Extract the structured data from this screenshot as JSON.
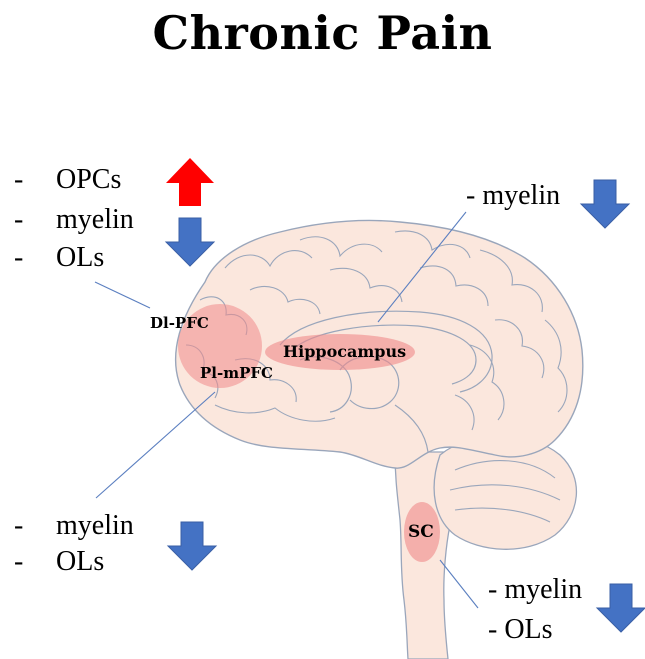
{
  "title": "Chronic Pain",
  "colors": {
    "brain_fill": "#fbe7dd",
    "brain_stroke": "#9aa6bb",
    "highlight": "#f08a8a",
    "arrow_up": "#ff0000",
    "arrow_down": "#4472c4",
    "leader_line": "#5b7fc0"
  },
  "regions": {
    "dlpfc": "Dl-PFC",
    "plmpfc": "Pl-mPFC",
    "hippocampus": "Hippocampus",
    "sc": "SC"
  },
  "top_left_group": {
    "items": [
      {
        "dash": "-",
        "text": "OPCs",
        "change": "up"
      },
      {
        "dash": "-",
        "text": "myelin",
        "change": "down"
      },
      {
        "dash": "-",
        "text": "OLs",
        "change": "down"
      }
    ]
  },
  "top_right_group": {
    "items": [
      {
        "dash": "-",
        "text": "myelin",
        "change": "down"
      }
    ]
  },
  "bottom_left_group": {
    "items": [
      {
        "dash": "-",
        "text": "myelin",
        "change": "down"
      },
      {
        "dash": "-",
        "text": "OLs",
        "change": "down"
      }
    ]
  },
  "bottom_right_group": {
    "items": [
      {
        "dash": "-",
        "text": "myelin",
        "change": "down"
      },
      {
        "dash": "-",
        "text": "OLs",
        "change": "down"
      }
    ]
  },
  "icons": {
    "up_arrow": "up-arrow-icon",
    "down_arrow": "down-arrow-icon"
  }
}
